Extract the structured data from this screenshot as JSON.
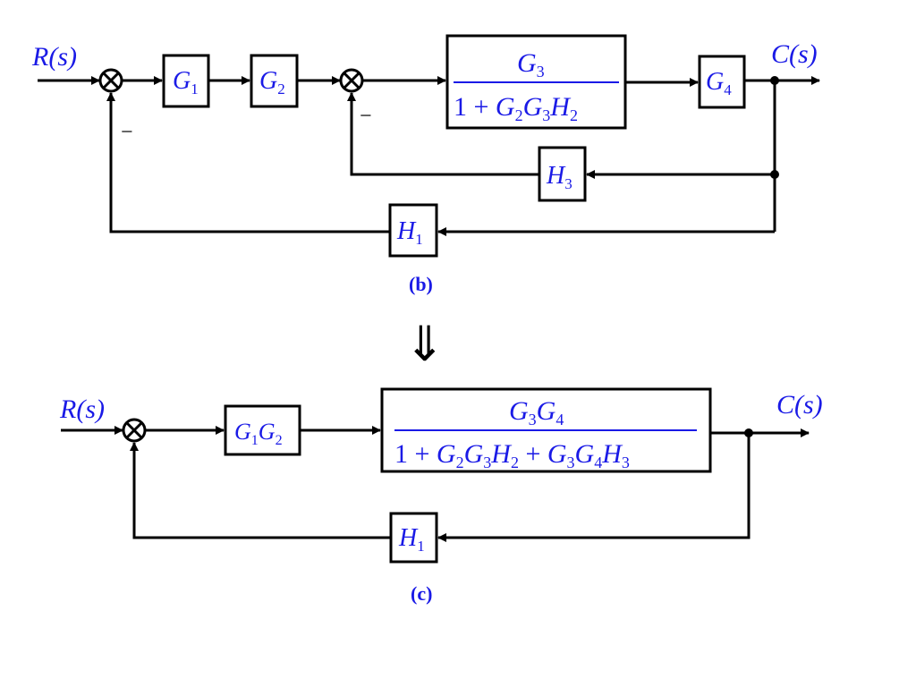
{
  "diagram_b": {
    "input_label": "R(s)",
    "output_label": "C(s)",
    "minus_outer": "−",
    "minus_inner": "−",
    "blocks": {
      "g1": {
        "base": "G",
        "sub": "1"
      },
      "g2": {
        "base": "G",
        "sub": "2"
      },
      "g4": {
        "base": "G",
        "sub": "4"
      },
      "h3": {
        "base": "H",
        "sub": "3"
      },
      "h1": {
        "base": "H",
        "sub": "1"
      },
      "big": {
        "num_base": "G",
        "num_sub": "3",
        "den": [
          {
            "t": "1 + ",
            "sub": ""
          },
          {
            "t": "G",
            "sub": "2"
          },
          {
            "t": "G",
            "sub": "3"
          },
          {
            "t": "H",
            "sub": "2"
          }
        ]
      }
    },
    "caption": "(b)"
  },
  "transform_arrow": "⇓",
  "diagram_c": {
    "input_label": "R(s)",
    "output_label": "C(s)",
    "blocks": {
      "g1g2": [
        {
          "t": "G",
          "sub": "1"
        },
        {
          "t": "G",
          "sub": "2"
        }
      ],
      "h1": {
        "base": "H",
        "sub": "1"
      },
      "big": {
        "num": [
          {
            "t": "G",
            "sub": "3"
          },
          {
            "t": "G",
            "sub": "4"
          }
        ],
        "den": [
          {
            "t": "1 + ",
            "sub": ""
          },
          {
            "t": "G",
            "sub": "2"
          },
          {
            "t": "G",
            "sub": "3"
          },
          {
            "t": "H",
            "sub": "2"
          },
          {
            "t": " + ",
            "sub": ""
          },
          {
            "t": "G",
            "sub": "3"
          },
          {
            "t": "G",
            "sub": "4"
          },
          {
            "t": "H",
            "sub": "3"
          }
        ]
      }
    },
    "caption": "(c)"
  }
}
